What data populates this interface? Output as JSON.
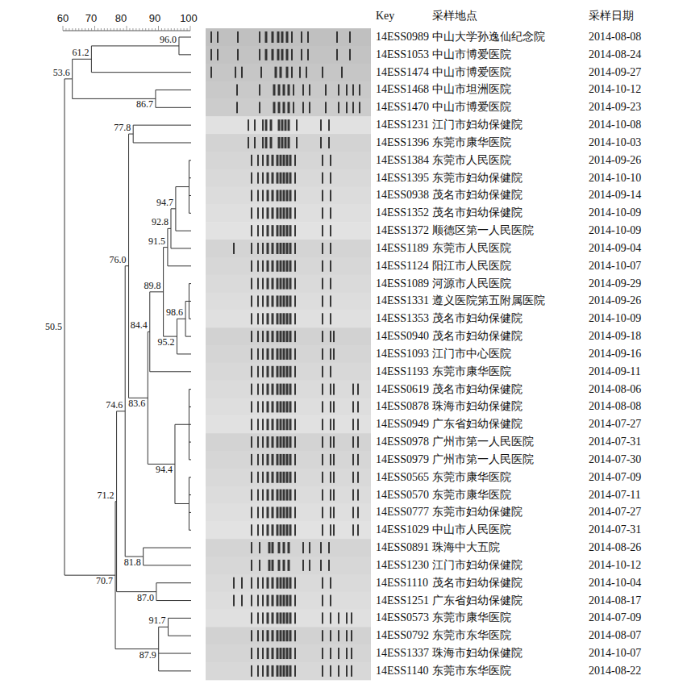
{
  "diagram": {
    "labels": [
      "60",
      "70",
      "80",
      "90",
      "100",
      "Key",
      "采样地点",
      "采样日期",
      "96.0",
      "61.2",
      "53.6",
      "86.7",
      "77.8",
      "94.7",
      "92.8",
      "91.5",
      "76.0",
      "89.8",
      "95.2",
      "84.4",
      "98.6",
      "50.5",
      "83.6",
      "74.6",
      "94.4",
      "71.2",
      "81.8",
      "70.7",
      "87.0",
      "91.7",
      "87.9",
      "14ESS0989",
      "中山大学孙逸仙纪念院",
      "2014-08-08",
      "14ESS1053",
      "中山市博爱医院",
      "2014-08-24",
      "14ESS1474",
      "中山市博爱医院",
      "2014-09-27",
      "14ESS1468",
      "中山市坦洲医院",
      "2014-10-12",
      "14ESS1470",
      "中山市博爱医院",
      "2014-09-23",
      "14ESS1231",
      "江门市妇幼保健院",
      "2014-10-08",
      "14ESS1396",
      "东莞市康华医院",
      "2014-10-03",
      "14ESS1384",
      "东莞市人民医院",
      "2014-09-26",
      "14ESS1395",
      "东莞市妇幼保健院",
      "2014-10-10",
      "14ESS0938",
      "茂名市妇幼保健院",
      "2014-09-14",
      "14ESS1352",
      "茂名市妇幼保健院",
      "2014-10-09",
      "14ESS1372",
      "顺德区第一人民医院",
      "2014-10-09",
      "14ESS1189",
      "东莞市人民医院",
      "2014-09-04",
      "14ESS1124",
      "阳江市人民医院",
      "2014-10-07",
      "14ESS1089",
      "河源市人民医院",
      "2014-09-29",
      "14ESS1331",
      "遵义医院第五附属医院",
      "2014-09-26",
      "14ESS1353",
      "茂名市妇幼保健院",
      "2014-10-09",
      "14ESS0940",
      "茂名市妇幼保健院",
      "2014-09-18",
      "14ESS1093",
      "江门市中心医院",
      "2014-09-16",
      "14ESS1193",
      "东莞市康华医院",
      "2014-09-11",
      "14ESS0619",
      "茂名市妇幼保健院",
      "2014-08-06",
      "14ESS0878",
      "珠海市妇幼保健院",
      "2014-08-08",
      "14ESS0949",
      "广东省妇幼保健院",
      "2014-07-27",
      "14ESS0978",
      "广州市第一人民医院",
      "2014-07-31",
      "14ESS0979",
      "广州市第一人民医院",
      "2014-07-30",
      "14ESS0565",
      "东莞市康华医院",
      "2014-07-09",
      "14ESS0570",
      "东莞市康华医院",
      "2014-07-11",
      "14ESS0777",
      "东莞市妇幼保健院",
      "2014-07-27",
      "14ESS1029",
      "中山市人民医院",
      "2014-07-31",
      "14ESS0891",
      "珠海中大五院",
      "2014-08-26",
      "14ESS1230",
      "江门市妇幼保健院",
      "2014-10-12",
      "14ESS1110",
      "茂名市妇幼保健院",
      "2014-10-04",
      "14ESS1251",
      "广东省妇幼保健院",
      "2014-08-17",
      "14ESS0573",
      "东莞市康华医院",
      "2014-07-09",
      "14ESS0792",
      "东莞市东华医院",
      "2014-08-07",
      "14ESS1337",
      "珠海市妇幼保健院",
      "2014-10-07",
      "14ESS1140",
      "东莞市东华医院",
      "2014-08-22"
    ]
  }
}
